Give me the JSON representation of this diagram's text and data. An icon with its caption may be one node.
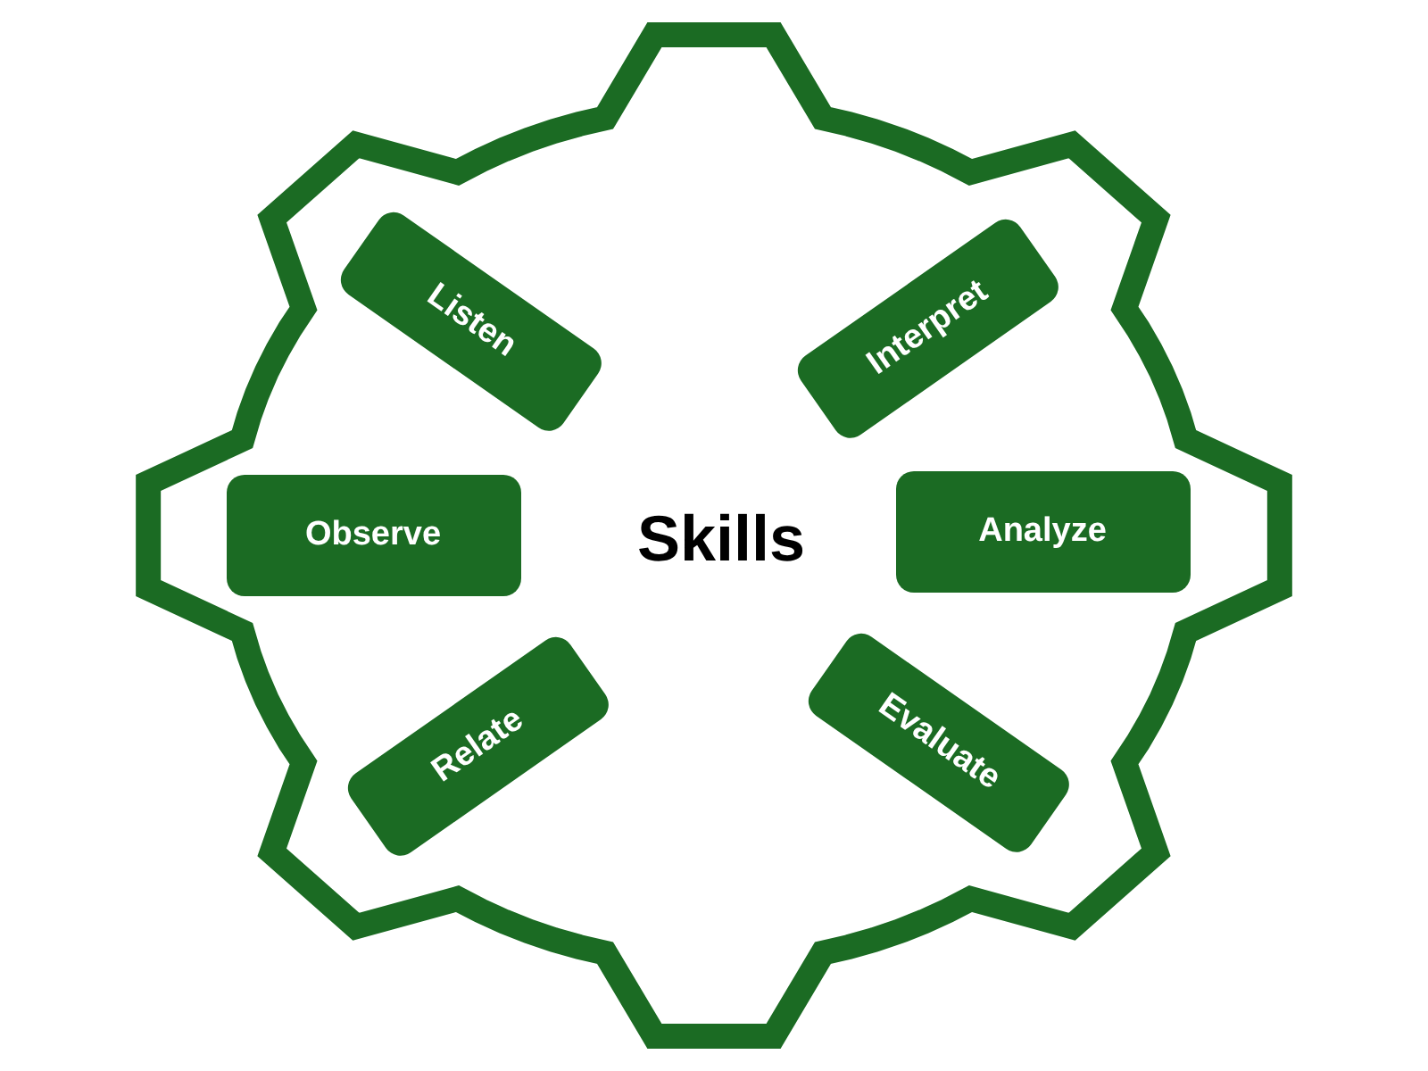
{
  "diagram": {
    "nodes": [
      {
        "text": [
          "Skills"
        ]
      },
      {
        "text": [
          "Listen"
        ],
        "in": 0
      },
      {
        "text": [
          "Interpret"
        ],
        "in": 0
      },
      {
        "text": [
          "Observe"
        ],
        "in": 0
      },
      {
        "text": [
          "Analyze"
        ],
        "in": 0
      },
      {
        "text": [
          "Relate"
        ],
        "in": 0
      },
      {
        "text": [
          "Evaluate"
        ],
        "in": 0
      }
    ]
  }
}
